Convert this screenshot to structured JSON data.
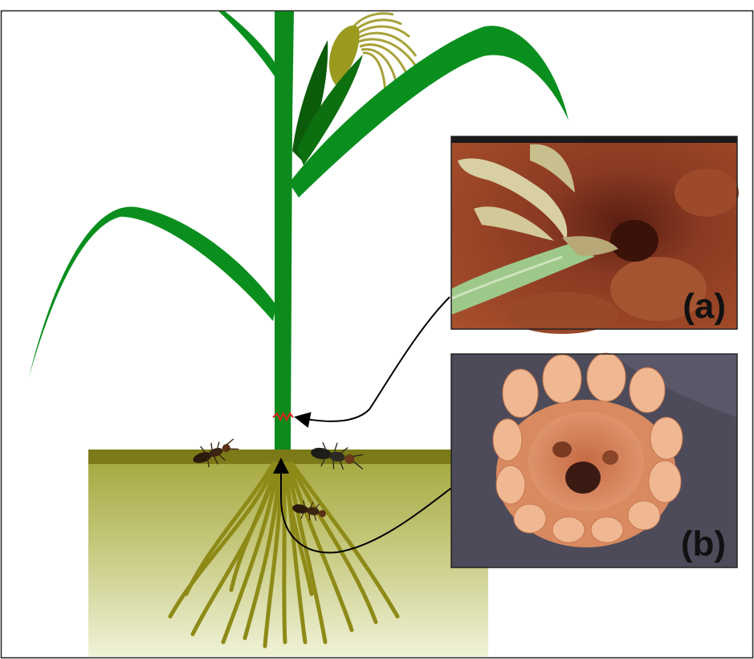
{
  "panels": [
    {
      "label": "(a)",
      "content": "photo-damaged-stalk-base"
    },
    {
      "label": "(b)",
      "content": "photo-hollowed-corn-cob"
    }
  ],
  "colors": {
    "stalk": "#0c8a1c",
    "leaf": "#0a8f1e",
    "dark_leaf": "#0c5b0a",
    "ear": "#9a9a1f",
    "silk": "#a8a23a",
    "soil_top": "#7c7a18",
    "root": "#8e8a18",
    "damage_mark": "#e02020",
    "frame": "#222222",
    "photo_a_soil": "#8a3a22",
    "photo_b_bg": "#4d4b5a",
    "photo_b_cob": "#d98a60"
  },
  "icons": [
    "termite-icon",
    "arrow-icon",
    "damage-mark-icon"
  ]
}
